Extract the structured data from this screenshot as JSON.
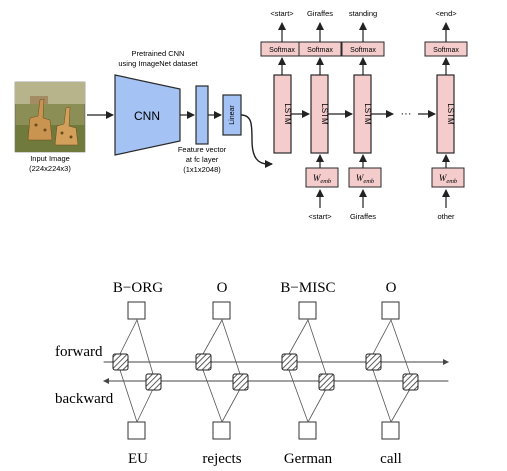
{
  "top": {
    "input_caption_line1": "Input Image",
    "input_caption_line2": "(224x224x3)",
    "pretrained_line1": "Pretrained CNN",
    "pretrained_line2": "using ImageNet dataset",
    "cnn_label": "CNN",
    "linear_label": "Linear",
    "feature_line1": "Feature vector",
    "feature_line2": "at fc layer",
    "feature_line3": "(1x1x2048)",
    "lstm_label": "LSTM",
    "softmax_label": "Softmax",
    "emb_main": "W",
    "emb_sub": "emb",
    "ellipsis": "···",
    "outputs": [
      "<start>",
      "Giraffes",
      "standing",
      "<end>"
    ],
    "inputs": [
      "<start>",
      "Giraffes",
      "other"
    ],
    "colors": {
      "cnn_fill": "#a4c2f4",
      "lstm_fill": "#f4cccc",
      "stroke": "#2a2a2a",
      "photo_green": "#7d8a4a",
      "giraffe": "#c9944f"
    }
  },
  "bottom": {
    "labels": [
      "B−ORG",
      "O",
      "B−MISC",
      "O"
    ],
    "words": [
      "EU",
      "rejects",
      "German",
      "call"
    ],
    "forward_label": "forward",
    "backward_label": "backward"
  }
}
